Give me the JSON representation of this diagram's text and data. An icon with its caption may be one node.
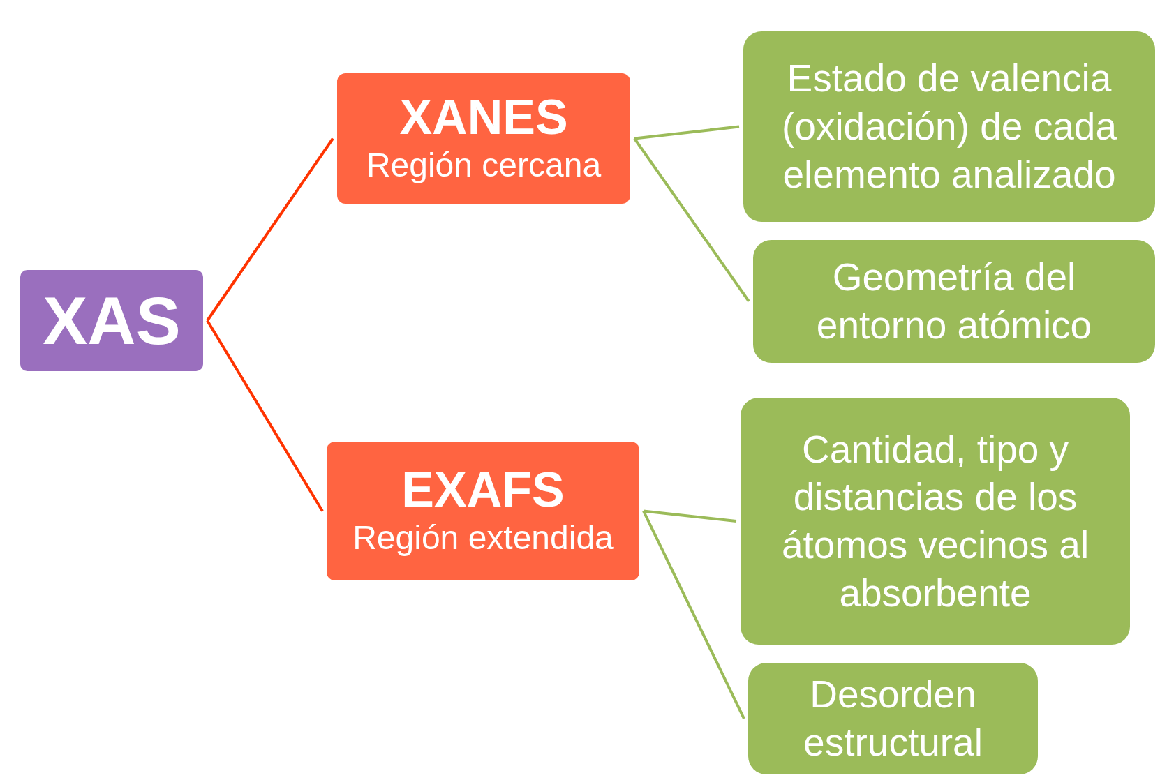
{
  "diagram": {
    "nodes": [
      {
        "text": [
          "XAS"
        ]
      },
      {
        "text": [
          "XANES",
          "Región cercana"
        ]
      },
      {
        "text": [
          "Estado de valencia (oxidación) de cada elemento analizado"
        ]
      },
      {
        "text": [
          "Geometría del entorno atómico"
        ]
      },
      {
        "text": [
          "EXAFS",
          "Región extendida"
        ]
      },
      {
        "text": [
          "Cantidad, tipo y distancias de los átomos vecinos al absorbente"
        ]
      },
      {
        "text": [
          "Desorden estructural"
        ]
      }
    ],
    "edges": [
      {
        "from": 0,
        "to": 1,
        "arrow": "none",
        "color": "#ff3300"
      },
      {
        "from": 1,
        "to": 2,
        "arrow": "none"
      },
      {
        "from": 1,
        "to": 3,
        "arrow": "none"
      },
      {
        "from": 0,
        "to": 4,
        "arrow": "none",
        "color": "#ff3300"
      },
      {
        "from": 4,
        "to": 5,
        "arrow": "none"
      },
      {
        "from": 4,
        "to": 6,
        "arrow": "none"
      }
    ]
  }
}
